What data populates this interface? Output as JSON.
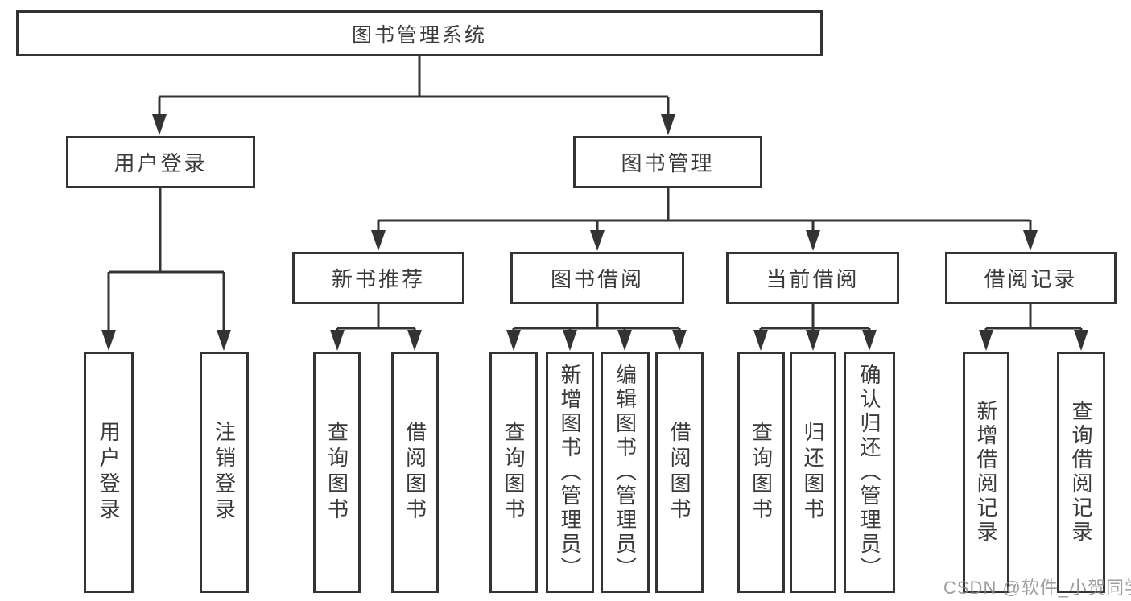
{
  "tree": {
    "root": {
      "label": "图书管理系统",
      "children": [
        {
          "label": "用户登录",
          "children": [
            {
              "label": "用户登录"
            },
            {
              "label": "注销登录"
            }
          ]
        },
        {
          "label": "图书管理",
          "children": [
            {
              "label": "新书推荐",
              "children": [
                {
                  "label": "查询图书"
                },
                {
                  "label": "借阅图书"
                }
              ]
            },
            {
              "label": "图书借阅",
              "children": [
                {
                  "label": "查询图书"
                },
                {
                  "label": "新增图书（管理员）"
                },
                {
                  "label": "编辑图书（管理员）"
                },
                {
                  "label": "借阅图书"
                }
              ]
            },
            {
              "label": "当前借阅",
              "children": [
                {
                  "label": "查询图书"
                },
                {
                  "label": "归还图书"
                },
                {
                  "label": "确认归还（管理员）"
                }
              ]
            },
            {
              "label": "借阅记录",
              "children": [
                {
                  "label": "新增借阅记录"
                },
                {
                  "label": "查询借阅记录"
                }
              ]
            }
          ]
        }
      ]
    }
  },
  "watermark": {
    "text": "CSDN @软件_小贺同学"
  },
  "colors": {
    "line": "#333333",
    "box_border": "#333333",
    "text": "#3a3a3a",
    "watermark": "#8c8c8c",
    "background": "#ffffff"
  }
}
